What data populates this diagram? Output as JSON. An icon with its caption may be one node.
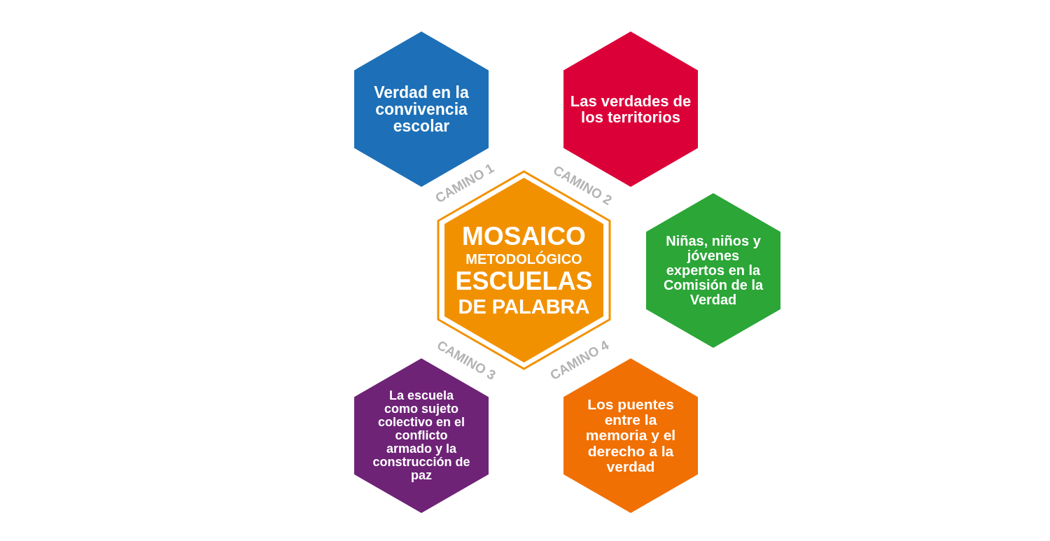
{
  "diagram": {
    "nodes": [
      {
        "text": [
          "Verdad en la convivencia escolar"
        ],
        "beside": [
          "CAMINO 1"
        ]
      },
      {
        "text": [
          "Las verdades de los territorios"
        ],
        "beside": [
          "CAMINO 2"
        ]
      },
      {
        "text": [
          "MOSAICO",
          "METODOLÓGICO",
          "ESCUELAS",
          "DE PALABRA"
        ]
      },
      {
        "text": [
          "Niñas, niños y jóvenes expertos en la Comisión de la Verdad"
        ]
      },
      {
        "text": [
          "La escuela como sujeto colectivo en el conflicto armado y la construcción de paz"
        ],
        "beside": [
          "CAMINO 3"
        ]
      },
      {
        "text": [
          "Los puentes entre la memoria y el derecho a la verdad"
        ],
        "beside": [
          "CAMINO 4"
        ]
      }
    ],
    "edges": []
  }
}
